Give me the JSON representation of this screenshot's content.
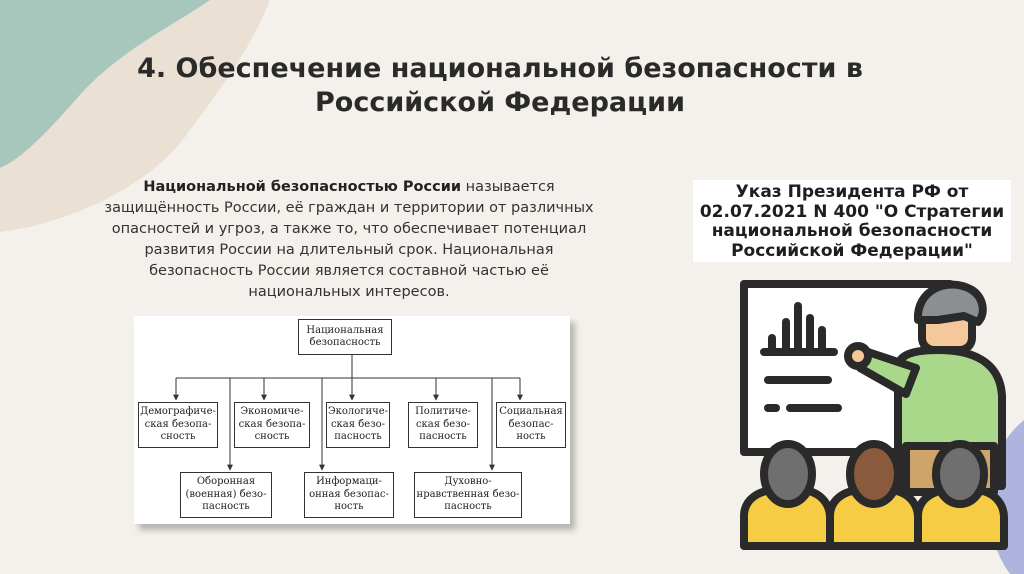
{
  "slide": {
    "title_lines": [
      "4. Обеспечение национальной безопасности в",
      "Российской Федерации"
    ],
    "definition": {
      "term": "Национальной безопасностью России",
      "text": " называется защищённость России, её граждан и территории от различных опасностей и угроз, а также то, что обеспечивает потенциал развития России на длительный срок. Национальная безопасность России является составной частью её национальных интересов."
    },
    "decree_lines": [
      "Указ Президента РФ от",
      "02.07.2021 N 400 \"О Стратегии",
      "национальной безопасности",
      "Российской Федерации\""
    ]
  },
  "diagram": {
    "root": [
      "Национальная",
      "безопасность"
    ],
    "row1": [
      [
        "Демографиче-",
        "ская безопа-",
        "сность"
      ],
      [
        "Экономиче-",
        "ская безопа-",
        "сность"
      ],
      [
        "Экологиче-",
        "ская безо-",
        "пасность"
      ],
      [
        "Политиче-",
        "ская безо-",
        "пасность"
      ],
      [
        "Социальная",
        "безопас-",
        "ность"
      ]
    ],
    "row2": [
      [
        "Оборонная",
        "(военная) безо-",
        "пасность"
      ],
      [
        "Информаци-",
        "онная безопас-",
        "ность"
      ],
      [
        "Духовно-",
        "нравственная безо-",
        "пасность"
      ]
    ]
  },
  "colors": {
    "background": "#f4f1ec",
    "blob_teal": "#a7c7bc",
    "blob_sand": "#e8ddd0",
    "corner_lavender": "#aeb4dd",
    "illustration_outline": "#2a2a2a",
    "person_shirt": "#a9d88a",
    "person_skin": "#f4c89a",
    "audience_yellow": "#f7cc45"
  },
  "icons": [
    "presentation-illustration-icon",
    "bar-chart-icon"
  ]
}
